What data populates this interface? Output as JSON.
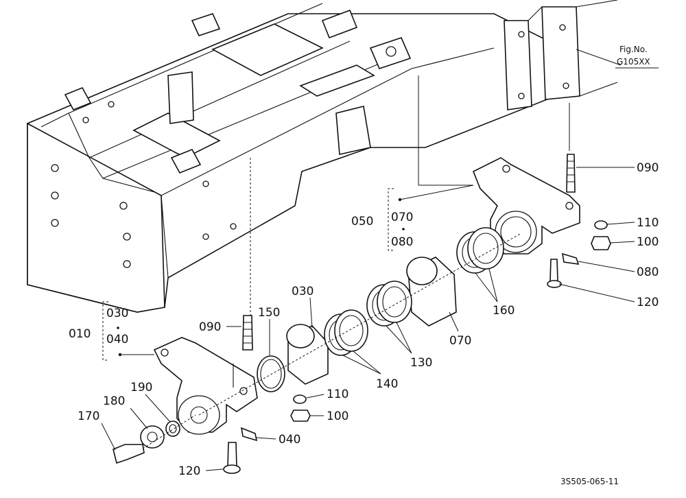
{
  "figure_ref": {
    "line1": "Fig.No.",
    "line2": "G105XX"
  },
  "drawing_code": "3S505-065-11",
  "labels": {
    "p010": "010",
    "p030_group": "030",
    "p040_group": "040",
    "p050": "050",
    "p070_group": "070",
    "p080_group": "080",
    "p090_right": "090",
    "p090_left": "090",
    "p110_right": "110",
    "p100_right": "100",
    "p080": "080",
    "p120_right": "120",
    "p160": "160",
    "p070": "070",
    "p130": "130",
    "p140": "140",
    "p030": "030",
    "p150": "150",
    "p110_left": "110",
    "p100_left": "100",
    "p040": "040",
    "p120_left": "120",
    "p170": "170",
    "p180": "180",
    "p190": "190"
  }
}
